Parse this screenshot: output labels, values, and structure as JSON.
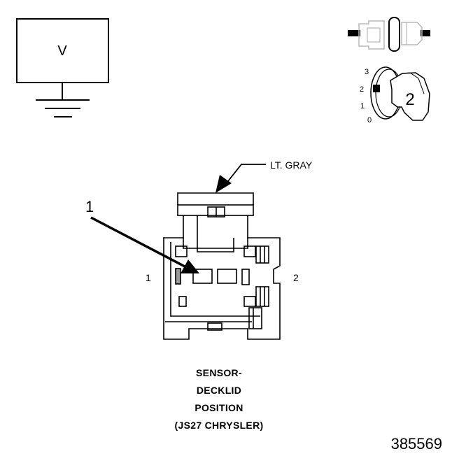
{
  "voltmeter": {
    "symbol": "V"
  },
  "ignition": {
    "positions": [
      "3",
      "2",
      "1",
      "0"
    ],
    "key_number": "2"
  },
  "connector": {
    "color_label": "LT. GRAY",
    "callout_number": "1",
    "pin_left": "1",
    "pin_right": "2"
  },
  "caption": {
    "lines": [
      "SENSOR-",
      "DECKLID",
      "POSITION",
      "(JS27 CHRYSLER)"
    ]
  },
  "figure_number": "385569"
}
